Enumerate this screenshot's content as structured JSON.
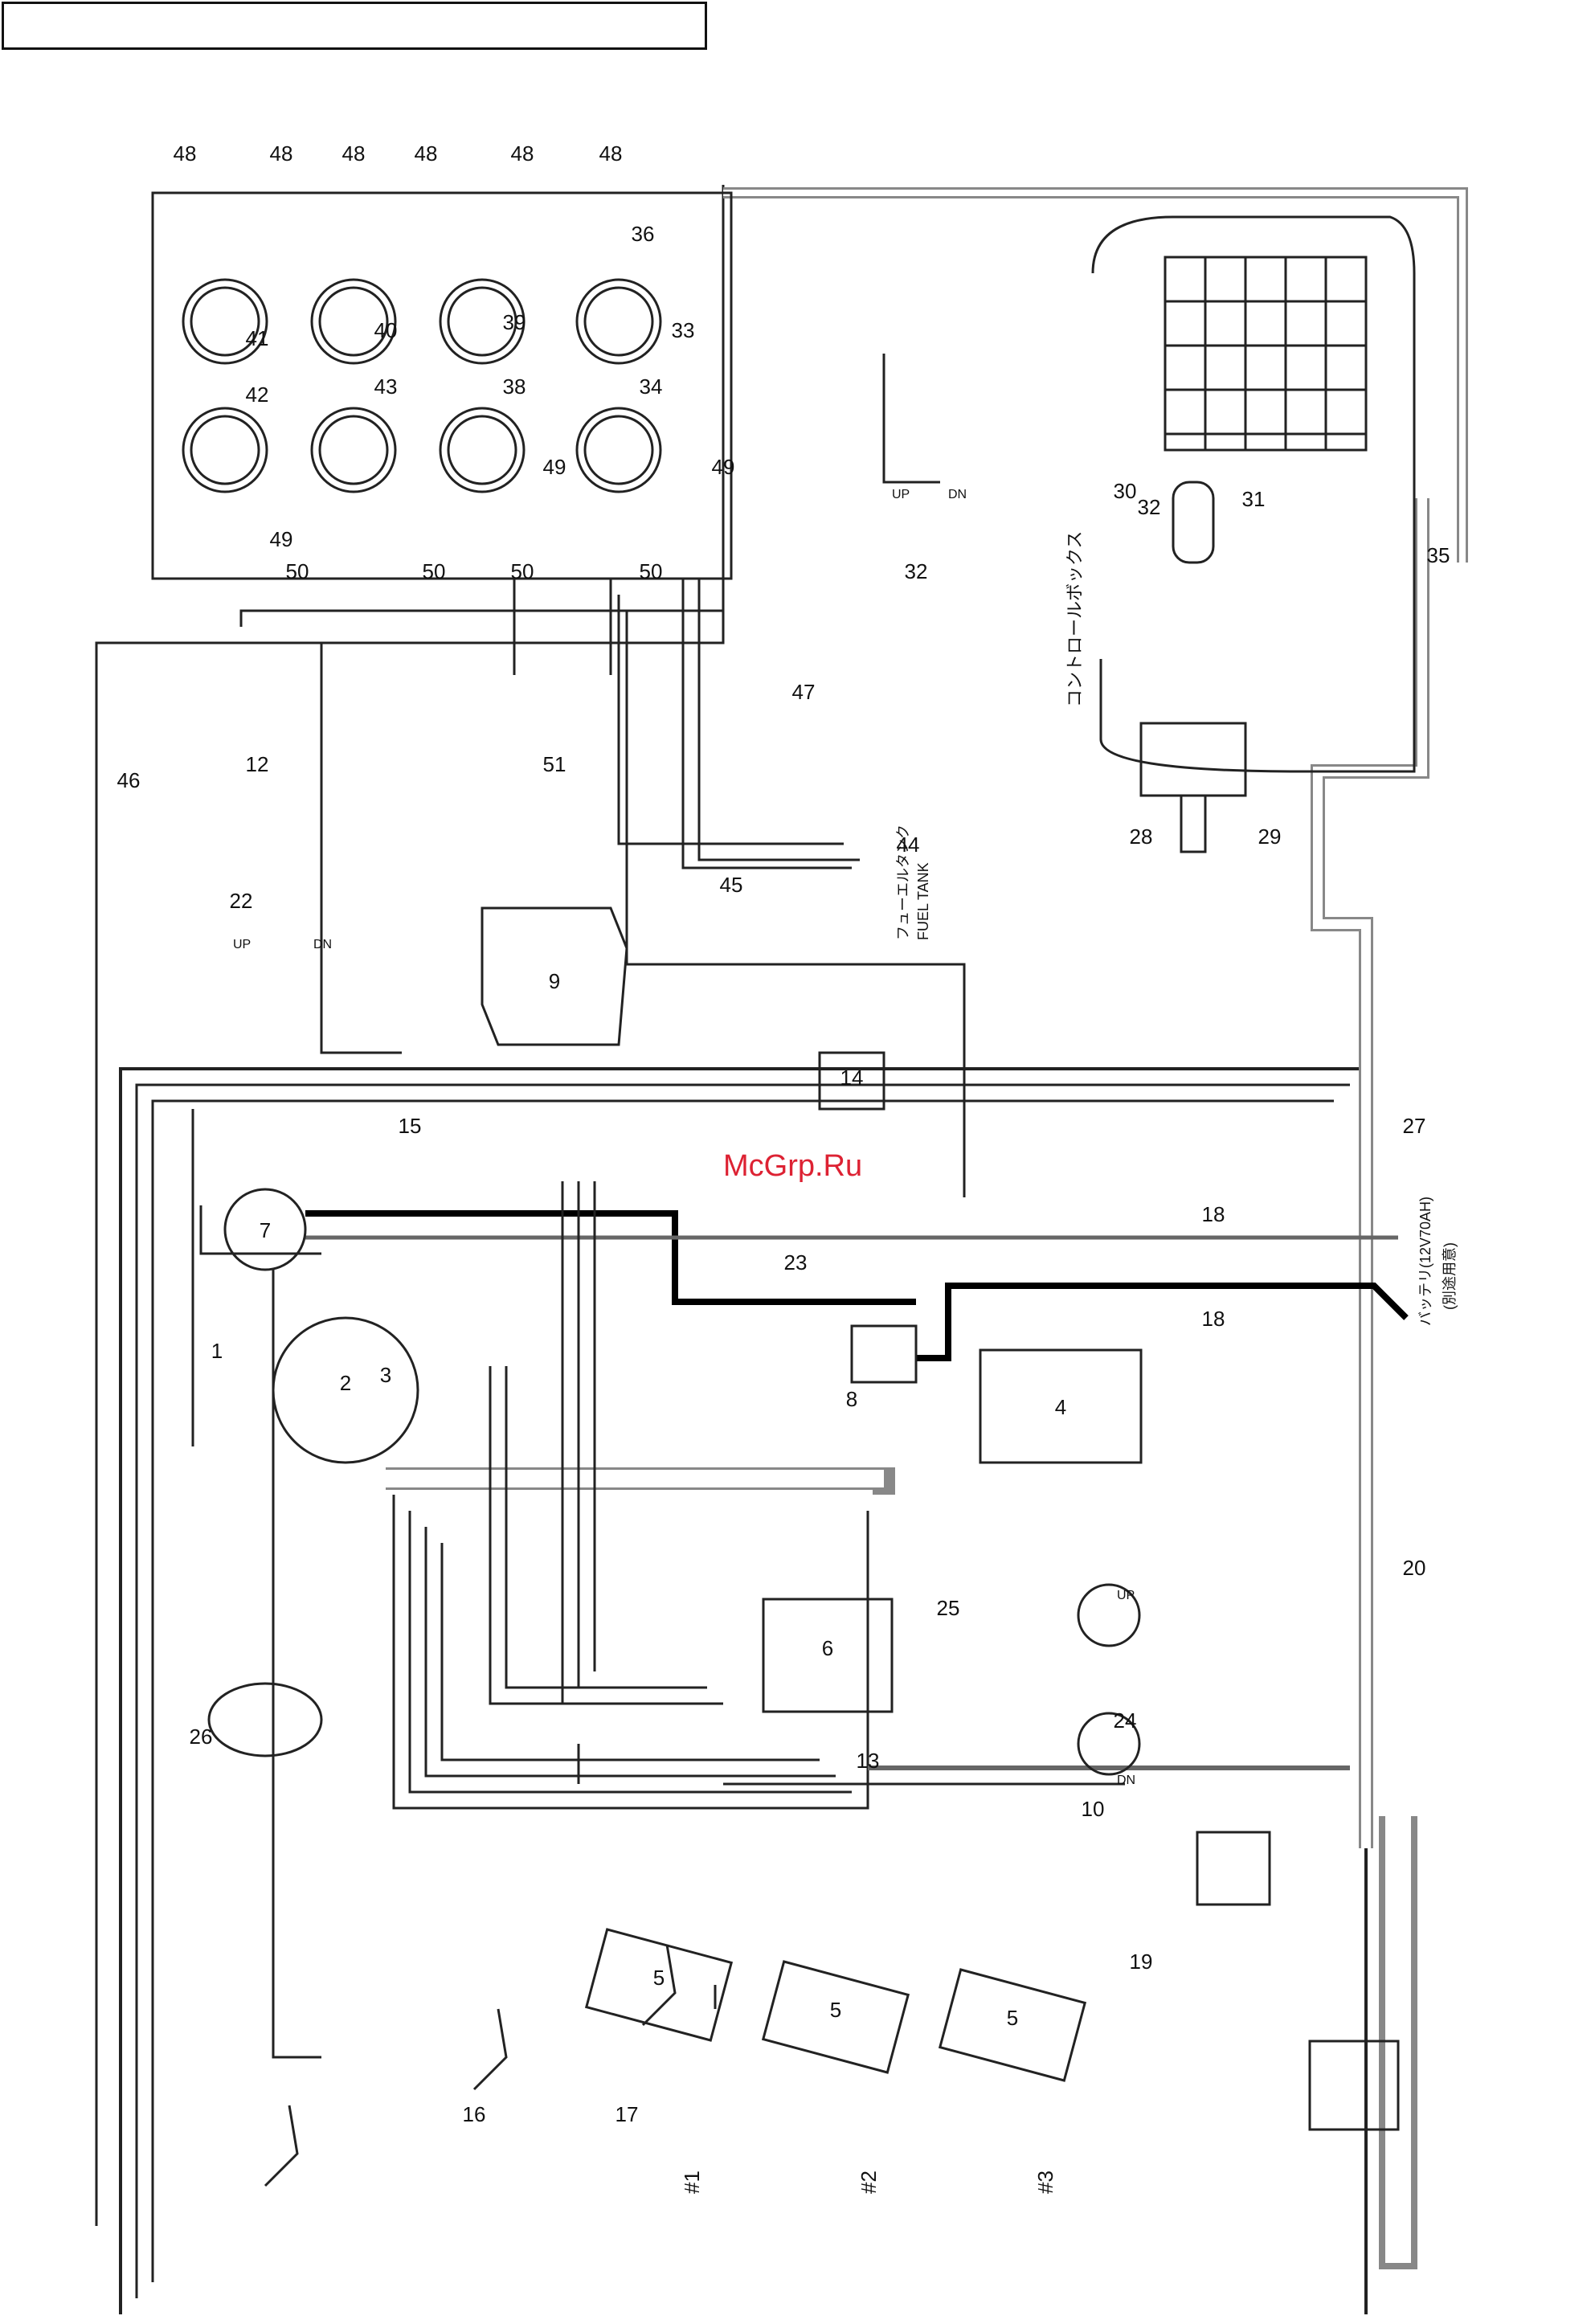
{
  "watermark": "McGrp.Ru",
  "callouts": [
    "1",
    "2",
    "3",
    "4",
    "5",
    "5",
    "5",
    "6",
    "7",
    "8",
    "9",
    "10",
    "12",
    "13",
    "14",
    "15",
    "16",
    "17",
    "18",
    "18",
    "19",
    "20",
    "22",
    "23",
    "24",
    "25",
    "26",
    "27",
    "28",
    "29",
    "30",
    "31",
    "32",
    "32",
    "33",
    "34",
    "35",
    "36",
    "38",
    "39",
    "40",
    "41",
    "42",
    "43",
    "44",
    "45",
    "46",
    "47",
    "48",
    "48",
    "48",
    "48",
    "48",
    "48",
    "49",
    "49",
    "49",
    "50",
    "50",
    "50",
    "50",
    "51"
  ],
  "japanese_labels": {
    "control_box": "コントロールボックス",
    "fuel_tank_jp": "フューエルタンク",
    "fuel_tank_en": "FUEL TANK",
    "battery": "バッテリ(12V70AH)",
    "battery_note": "(別途用意)"
  },
  "cylinders": [
    "#1",
    "#2",
    "#3"
  ],
  "switch_marks": [
    "UP",
    "DN",
    "UP",
    "DN",
    "UP",
    "DN"
  ]
}
